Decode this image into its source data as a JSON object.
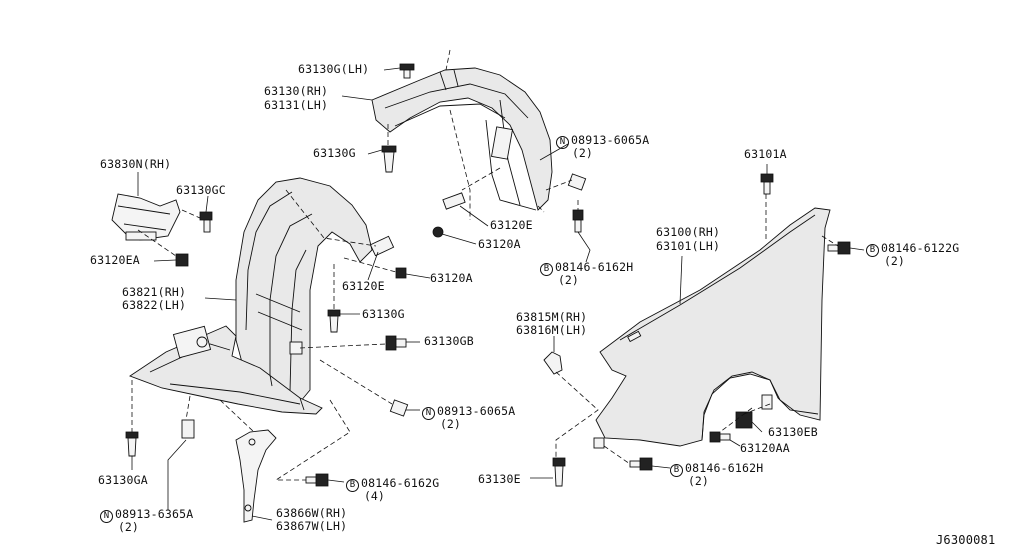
{
  "diagram_id": "J6300081",
  "callouts": {
    "c63130G_LH": "63130G(LH)",
    "c63130_RH": "63130(RH)",
    "c63131_LH": "63131(LH)",
    "c63130G": "63130G",
    "c08913_6065A_top": "08913-6065A",
    "c08913_6065A_top_qty": "(2)",
    "c63101A": "63101A",
    "c63830N_RH": "63830N(RH)",
    "c63130GC": "63130GC",
    "c63120E_top": "63120E",
    "c63120A_top": "63120A",
    "c63100_RH": "63100(RH)",
    "c63101_LH": "63101(LH)",
    "c08146_6122G": "08146-6122G",
    "c08146_6122G_qty": "(2)",
    "c63120EA": "63120EA",
    "c63120E_mid": "63120E",
    "c63120A_mid": "63120A",
    "c08146_6162H_top": "08146-6162H",
    "c08146_6162H_top_qty": "(2)",
    "c63821_RH": "63821(RH)",
    "c63822_LH": "63822(LH)",
    "c63130G_mid": "63130G",
    "c63815M_RH": "63815M(RH)",
    "c63816M_LH": "63816M(LH)",
    "c63130GB": "63130GB",
    "c08913_6065A_mid": "08913-6065A",
    "c08913_6065A_mid_qty": "(2)",
    "c63130EB": "63130EB",
    "c63120AA": "63120AA",
    "c63130GA": "63130GA",
    "c08146_6162G": "08146-6162G",
    "c08146_6162G_qty": "(4)",
    "c63130E": "63130E",
    "c08146_6162H_bot": "08146-6162H",
    "c08146_6162H_bot_qty": "(2)",
    "c08913_6365A": "08913-6365A",
    "c08913_6365A_qty": "(2)",
    "c63866W_RH": "63866W(RH)",
    "c63867W_LH": "63867W(LH)"
  },
  "symbols": {
    "nut": "N",
    "bolt": "B"
  }
}
